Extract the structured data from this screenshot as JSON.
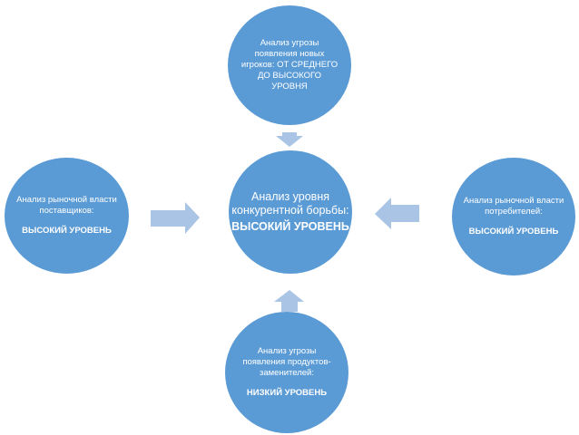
{
  "nodes": {
    "center": {
      "line1": "Анализ уровня конкурентной борьбы:",
      "level": "ВЫСОКИЙ УРОВЕНЬ"
    },
    "top": {
      "text": "Анализ угрозы появления новых игроков: ОТ СРЕДНЕГО ДО ВЫСОКОГО УРОВНЯ"
    },
    "left": {
      "text": "Анализ рыночной власти поставщиков:",
      "level": "ВЫСОКИЙ УРОВЕНЬ"
    },
    "right": {
      "text": "Анализ рыночной власти потребителей:",
      "level": "ВЫСОКИЙ УРОВЕНЬ"
    },
    "bottom": {
      "text": "Анализ угрозы появления продуктов-заменителей:",
      "level": "НИЗКИЙ УРОВЕНЬ"
    }
  },
  "colors": {
    "circle_fill": "#5b9bd5",
    "arrow_fill": "#a9c4e4",
    "text": "#ffffff"
  }
}
